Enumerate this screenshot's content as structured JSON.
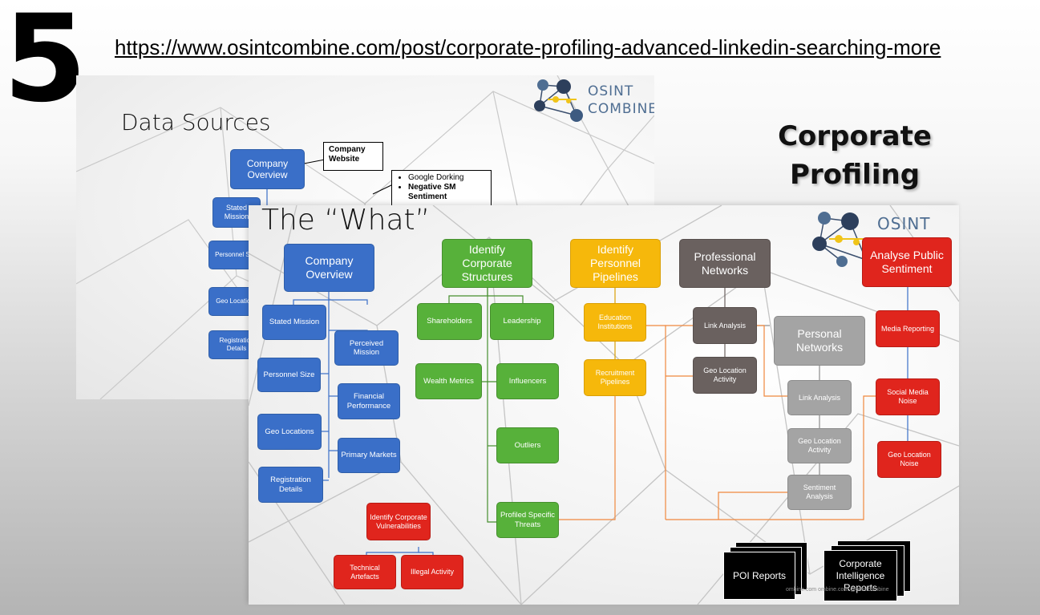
{
  "number": "5",
  "link": "https://www.osintcombine.com/post/corporate-profiling-advanced-linkedin-searching-more",
  "headline": [
    "Corporate",
    "Profiling"
  ],
  "logo": {
    "line1": "OSINT",
    "line2": "COMBINE"
  },
  "slide1": {
    "title": "Data Sources",
    "company_overview": "Company Overview",
    "stated_mission": "Stated Mission",
    "personnel_size": "Personnel Size",
    "geo_locations": "Geo Locations",
    "registration_details": "Registration Details",
    "callout_website": "Company Website",
    "callout_list": [
      "Google Dorking",
      "Negative SM Sentiment"
    ]
  },
  "slide2": {
    "title": "The “What”",
    "logo_text": "OSINT",
    "blue": {
      "company_overview": "Company Overview",
      "stated_mission": "Stated Mission",
      "perceived_mission": "Perceived Mission",
      "personnel_size": "Personnel Size",
      "financial_performance": "Financial Performance",
      "geo_locations": "Geo Locations",
      "primary_markets": "Primary Markets",
      "registration_details": "Registration Details"
    },
    "green": {
      "identify_corporate_structures": "Identify Corporate Structures",
      "shareholders": "Shareholders",
      "leadership": "Leadership",
      "wealth_metrics": "Wealth Metrics",
      "influencers": "Influencers",
      "outliers": "Outliers",
      "profiled_specific_threats": "Profiled Specific Threats"
    },
    "gold": {
      "identify_personnel_pipelines": "Identify Personnel Pipelines",
      "education_institutions": "Education Institutions",
      "recruitment_pipelines": "Recruitment Pipelines"
    },
    "dgray": {
      "professional_networks": "Professional Networks",
      "link_analysis": "Link Analysis",
      "geo_location_activity": "Geo Location Activity"
    },
    "lgray": {
      "personal_networks": "Personal Networks",
      "link_analysis": "Link Analysis",
      "geo_location_activity": "Geo Location Activity",
      "sentiment_analysis": "Sentiment Analysis"
    },
    "red": {
      "analyse_public_sentiment": "Analyse Public Sentiment",
      "media_reporting": "Media Reporting",
      "social_media_noise": "Social Media Noise",
      "geo_location_noise": "Geo Location Noise",
      "identify_corporate_vulnerabilities": "Identify Corporate Vulnerabilities",
      "technical_artefacts": "Technical Artefacts",
      "illegal_activity": "Illegal Activity"
    },
    "reports": {
      "poi": "POI Reports",
      "corporate": "Corporate Intelligence Reports"
    },
    "footer": "ombine.com    ombine.com    @osintcombine"
  }
}
